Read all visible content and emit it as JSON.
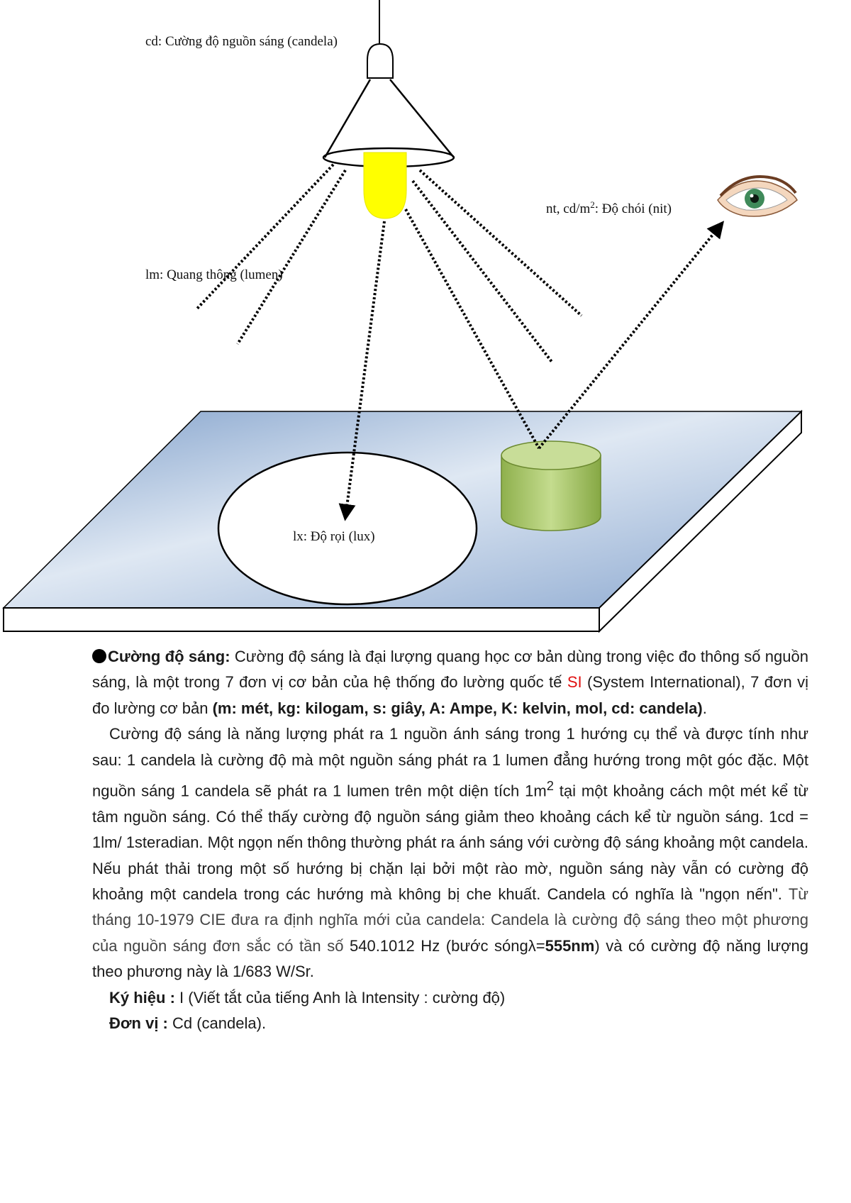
{
  "diagram": {
    "label_cd": "cd: Cường độ nguồn sáng (candela)",
    "label_lm": "lm: Quang thông (lumen)",
    "label_nt": "nt, cd/m",
    "label_nt_sup": "2",
    "label_nt_rest": ": Độ chói (nit)",
    "label_lx": "lx: Độ rọi (lux)",
    "icons": [
      "lamp-icon",
      "eye-icon",
      "cylinder-object"
    ],
    "colors": {
      "table_top": "#9bb3d4",
      "bulb": "#ffff00",
      "cylinder": "#9bbb59"
    }
  },
  "para1": {
    "term": "Cường độ sáng:",
    "s1": " Cường độ sáng là đại lượng quang học cơ bản dùng trong việc đo thông số nguồn sáng, là một trong 7 đơn vị cơ bản của hệ thống đo lường quốc tế ",
    "si": "SI",
    "s2": " (System International), 7 đơn vị đo lường cơ bản ",
    "units": "(m: mét, kg: kilogam, s: giây, A: Ampe, K: kelvin, mol, cd: candela)",
    "end": "."
  },
  "para2": {
    "s1": "Cường độ sáng là năng lượng phát ra 1 nguồn ánh sáng trong 1 hướng cụ thể và được tính như sau: 1 candela là cường độ mà một nguồn sáng phát ra 1 lumen đẳng hướng trong một góc đặc. Một nguồn sáng 1 candela sẽ phát ra 1 lumen trên một diện tích 1m",
    "sup": "2",
    "s2": " tại một khoảng cách một mét kể từ tâm nguồn sáng. Có thể thấy cường độ nguồn sáng giảm theo khoảng cách kể từ nguồn sáng. 1cd = 1lm/ 1steradian. Một ngọn nến thông thường phát ra ánh sáng với cường độ sáng khoảng một candela. Nếu phát thải trong một số hướng bị chặn lại bởi một rào mờ, nguồn sáng này vẫn có cường độ khoảng một candela trong các hướng mà không bị che khuất. Candela có nghĩa là \"ngọn nến\". ",
    "s3": "Từ tháng 10-1979 CIE đưa ra định nghĩa mới của candela: Candela là cường độ sáng theo một phương của nguồn sáng đơn sắc có tần số",
    "s4": " 540.1012 Hz (bước sóngλ=",
    "bold": "555nm",
    "s5": ") và có cường độ năng lượng theo phương này là 1/683 W/Sr."
  },
  "symbol": {
    "label": "Ký hiệu :",
    "value": " I (Viết tắt của tiếng Anh là Intensity : cường độ)"
  },
  "unit": {
    "label": "Đơn vị :",
    "value": " Cd (candela)."
  }
}
